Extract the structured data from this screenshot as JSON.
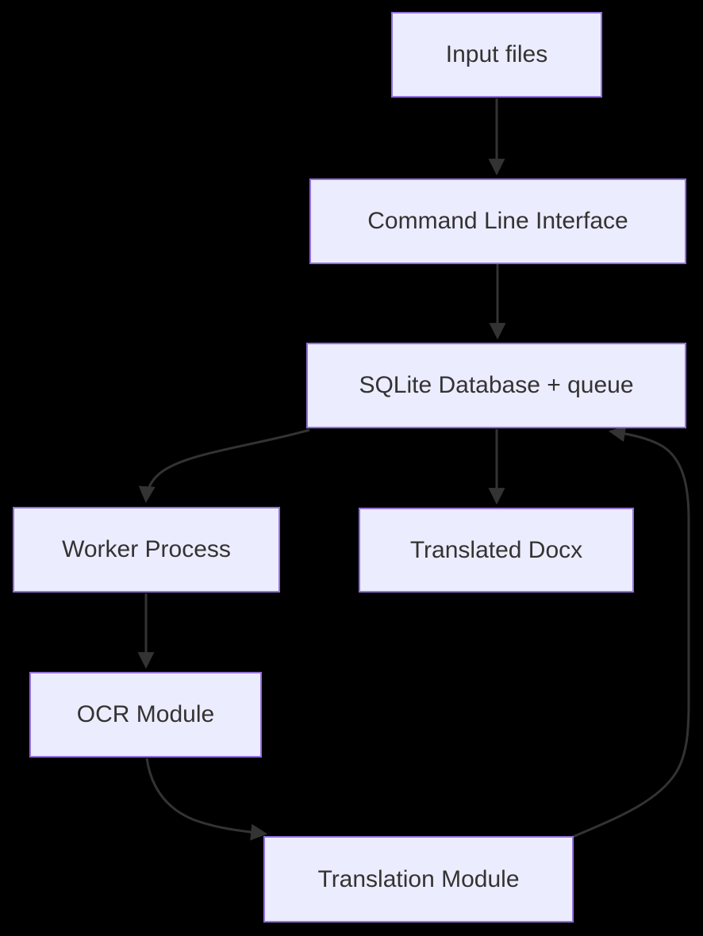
{
  "diagram": {
    "type": "flowchart",
    "orientation": "top-down",
    "background_color": "#000000",
    "node_fill_color": "#ECECFF",
    "node_border_color": "#9370DB",
    "node_text_color": "#333333",
    "edge_color": "#333333",
    "nodes": [
      {
        "id": "input-files",
        "label": "Input files"
      },
      {
        "id": "command-line-interface",
        "label": "Command Line Interface"
      },
      {
        "id": "sqlite-database-queue",
        "label": "SQLite Database + queue"
      },
      {
        "id": "worker-process",
        "label": "Worker Process"
      },
      {
        "id": "translated-docx",
        "label": "Translated Docx"
      },
      {
        "id": "ocr-module",
        "label": "OCR Module"
      },
      {
        "id": "translation-module",
        "label": "Translation Module"
      }
    ],
    "edges": [
      {
        "from": "input-files",
        "to": "command-line-interface"
      },
      {
        "from": "command-line-interface",
        "to": "sqlite-database-queue"
      },
      {
        "from": "sqlite-database-queue",
        "to": "worker-process"
      },
      {
        "from": "sqlite-database-queue",
        "to": "translated-docx"
      },
      {
        "from": "worker-process",
        "to": "ocr-module"
      },
      {
        "from": "ocr-module",
        "to": "translation-module"
      },
      {
        "from": "translation-module",
        "to": "sqlite-database-queue"
      }
    ]
  }
}
